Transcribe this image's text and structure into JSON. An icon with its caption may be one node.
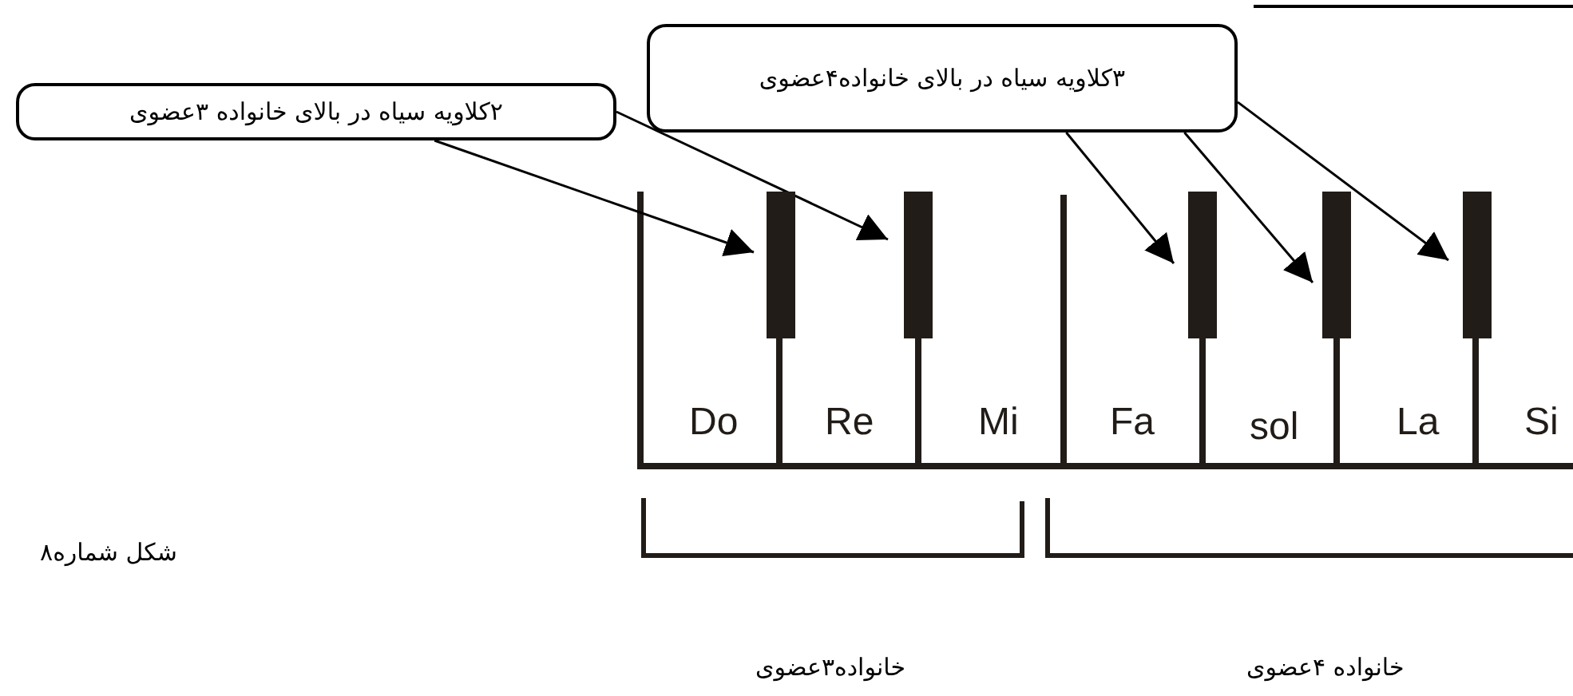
{
  "diagram": {
    "caption": "شکل شماره۸",
    "nodes": [
      {
        "text": [
          "۲کلاویه سیاه در بالای خانواده ۳عضوی"
        ]
      },
      {
        "text": [
          "۳کلاویه سیاه در بالای خانواده۴عضوی"
        ]
      },
      {
        "text": [],
        "shape": "bar"
      },
      {
        "text": [],
        "shape": "bar"
      },
      {
        "text": [],
        "shape": "bar"
      },
      {
        "text": [],
        "shape": "bar"
      },
      {
        "text": [],
        "shape": "bar"
      }
    ],
    "edges": [
      {
        "from": 0,
        "to": 2,
        "arrow": "to"
      },
      {
        "from": 0,
        "to": 3,
        "arrow": "to"
      },
      {
        "from": 1,
        "to": 4,
        "arrow": "to"
      },
      {
        "from": 1,
        "to": 5,
        "arrow": "to"
      },
      {
        "from": 1,
        "to": 6,
        "arrow": "to"
      }
    ],
    "labels": [
      "Do",
      "Re",
      "Mi",
      "Fa",
      "sol",
      "La",
      "Si",
      "خانواده۳عضوی",
      "خانواده ۴عضوی"
    ]
  }
}
